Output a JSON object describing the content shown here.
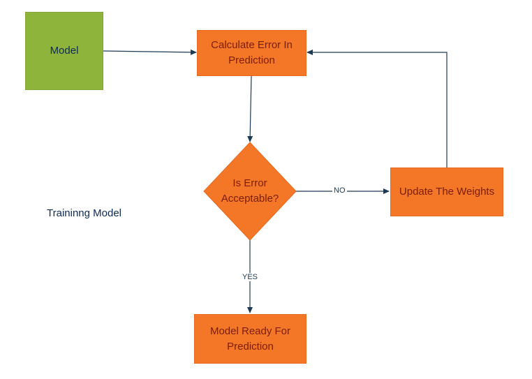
{
  "nodes": {
    "model": "Model",
    "calculate_error": "Calculate Error In Prediction",
    "is_error_acceptable": "Is Error Acceptable?",
    "update_weights": "Update The Weights",
    "model_ready": "Model Ready For Prediction"
  },
  "edges": {
    "no_label": "NO",
    "yes_label": "YES"
  },
  "annotations": {
    "training_model": "Traininng Model"
  },
  "colors": {
    "process_fill": "#f47627",
    "start_fill": "#8fb43c",
    "connector": "#1d3a55"
  }
}
